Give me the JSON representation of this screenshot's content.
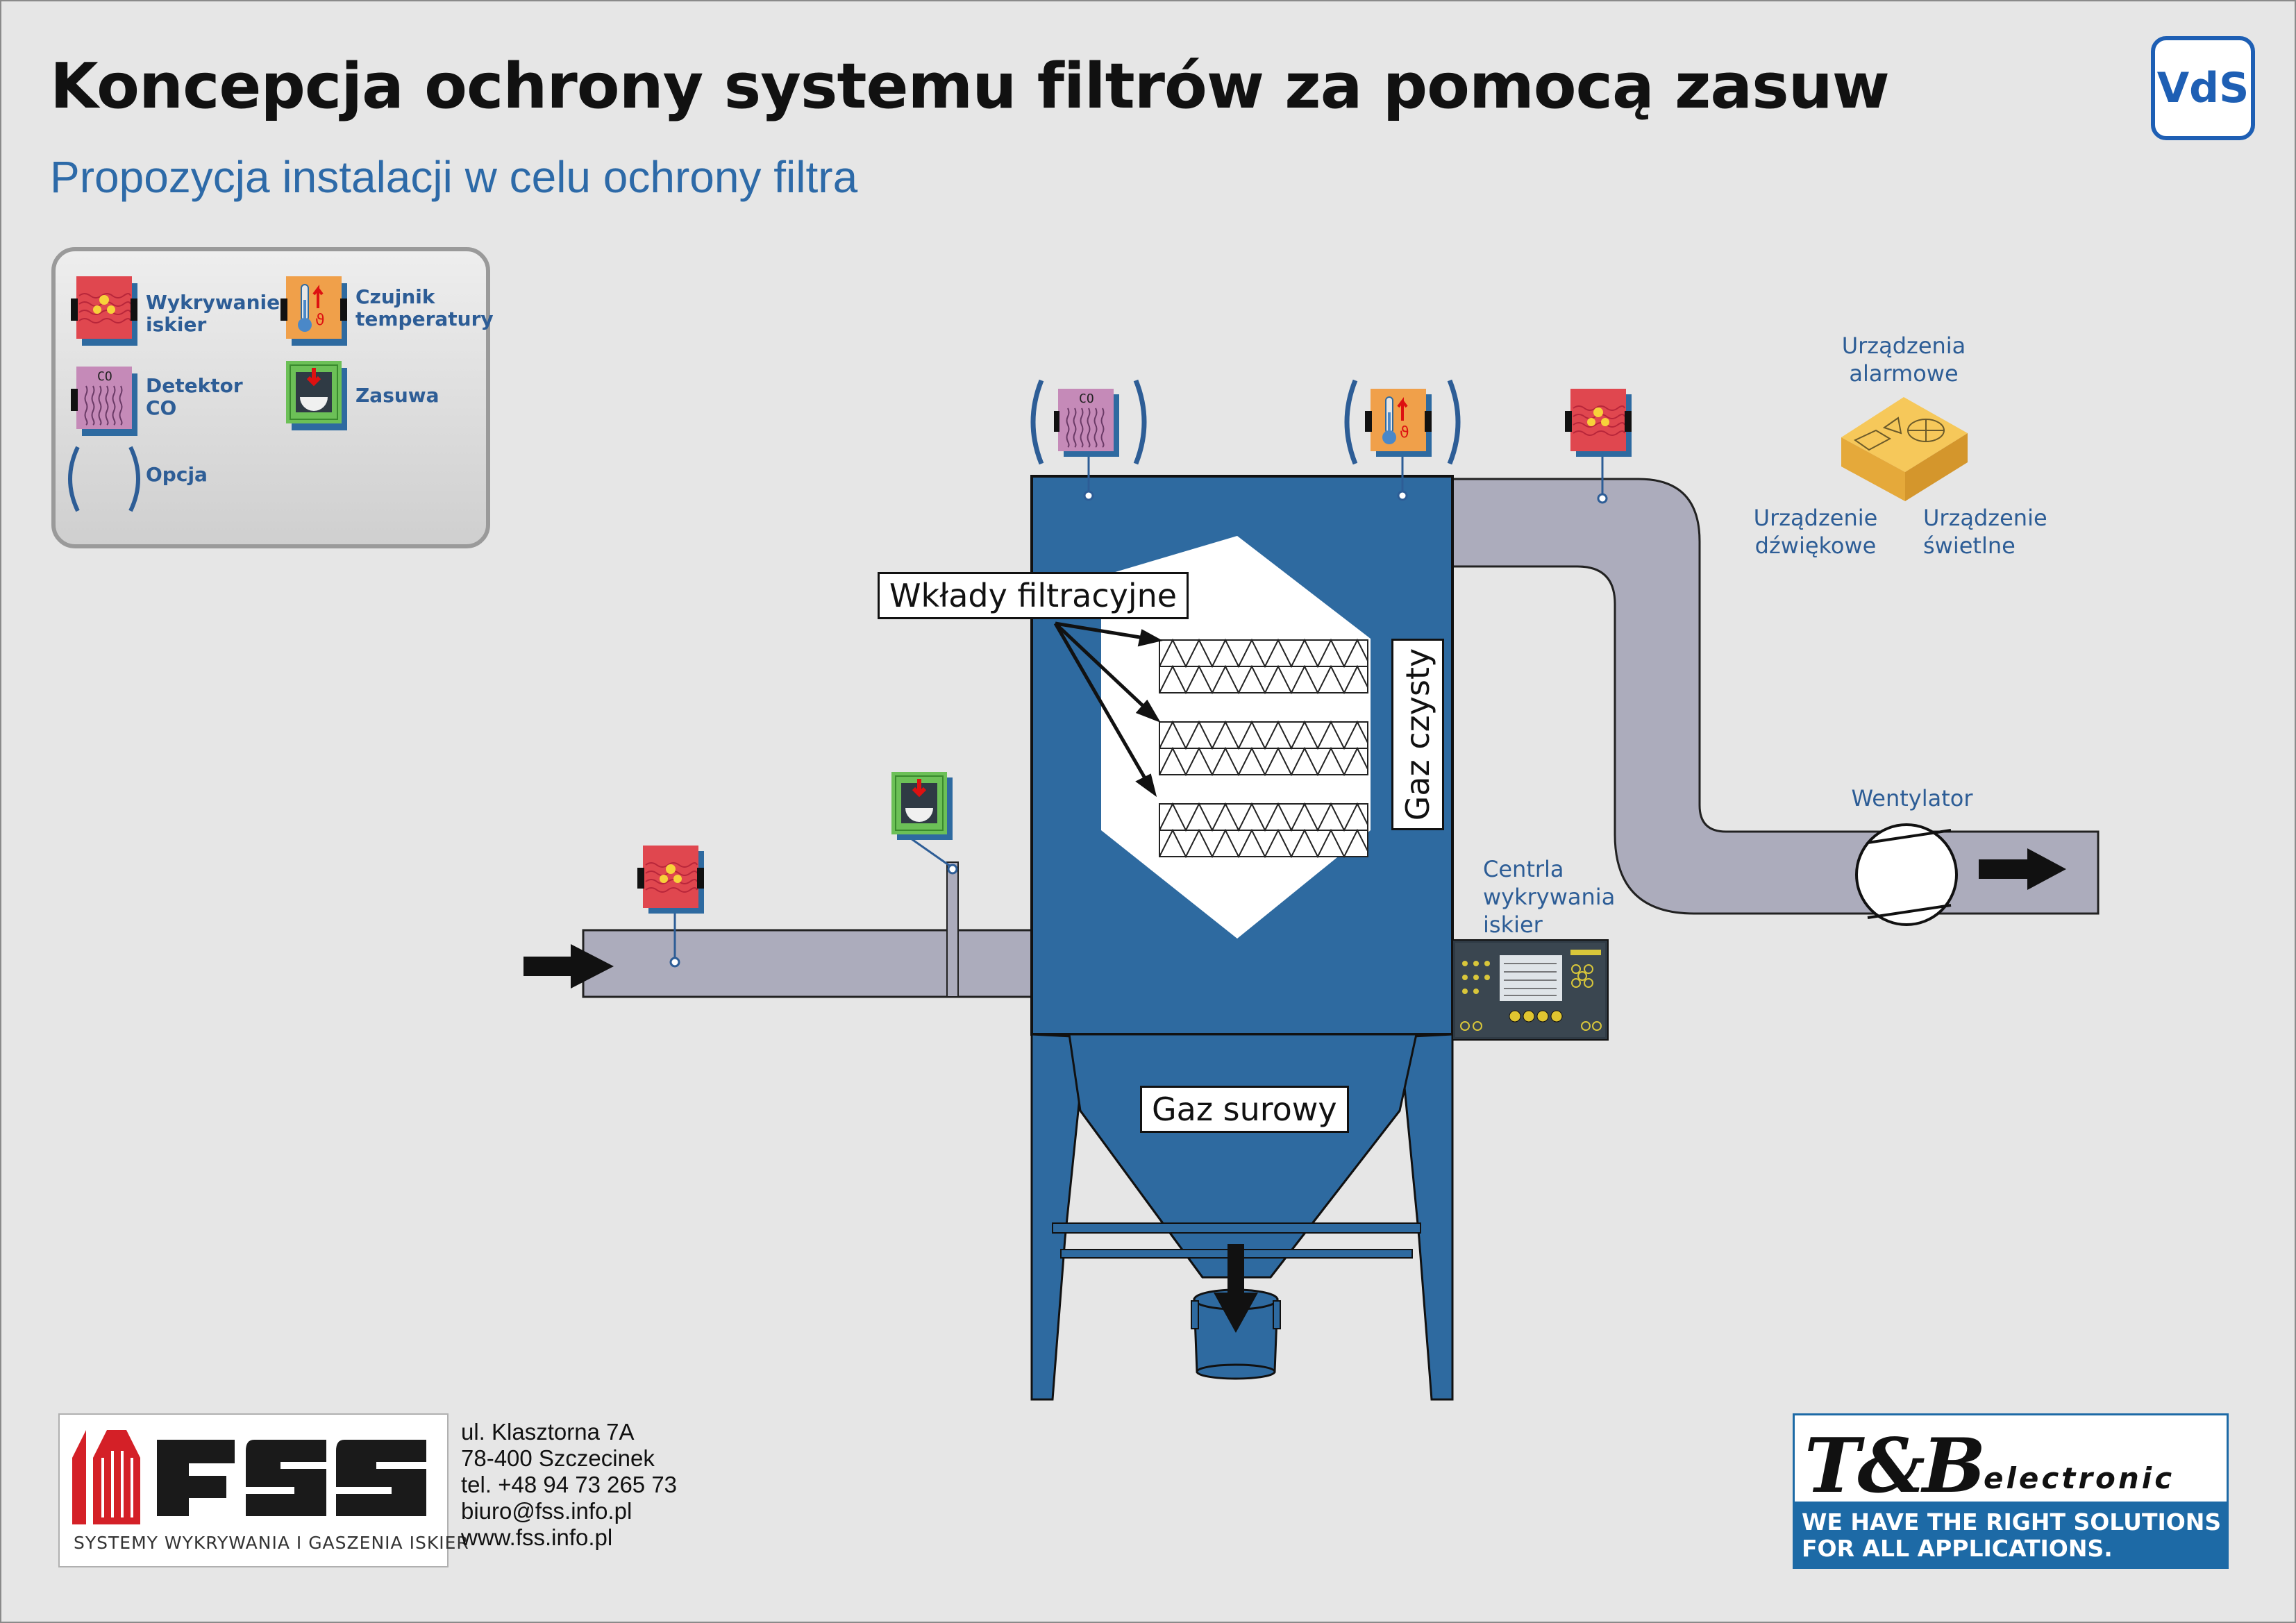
{
  "title": "Koncepcja ochrony systemu filtrów za pomocą zasuw",
  "subtitle": "Propozycja instalacji w celu ochrony filtra",
  "badge": "VdS",
  "legend": {
    "spark": "Wykrywanie\niskier",
    "temp": "Czujnik\ntemperatury",
    "co": "Detektor\nCO",
    "valve": "Zasuwa",
    "option": "Opcja"
  },
  "co_icon_text": "CO",
  "labels": {
    "filters": "Wkłady filtracyjne",
    "clean_gas": "Gaz czysty",
    "raw_gas": "Gaz surowy",
    "alarm_devices": "Urządzenia\nalarmowe",
    "sound_device": "Urządzenie\ndźwiękowe",
    "light_device": "Urządzenie\nświetlne",
    "fan": "Wentylator",
    "control_unit": "Centrla\nwykrywania\niskier"
  },
  "footer": {
    "fss_logo": "FSS",
    "fss_tagline": "SYSTEMY WYKRYWANIA I GASZENIA ISKIER",
    "address_lines": [
      "ul. Klasztorna 7A",
      "78-400 Szczecinek",
      "tel. +48 94 73 265 73",
      "biuro@fss.info.pl",
      "www.fss.info.pl"
    ],
    "tb_logo": "T&B",
    "tb_subtitle": "electronic",
    "tb_line1": "WE HAVE THE RIGHT SOLUTIONS",
    "tb_line2": "FOR ALL APPLICATIONS."
  },
  "colors": {
    "steel_blue": "#2e6aa0",
    "duct_gray": "#acacbc",
    "spark_red": "#e0474f",
    "temp_orange": "#f0a04a",
    "co_purple": "#c58ab8",
    "valve_green": "#6cc057",
    "accent_blue": "#2d5d96"
  }
}
